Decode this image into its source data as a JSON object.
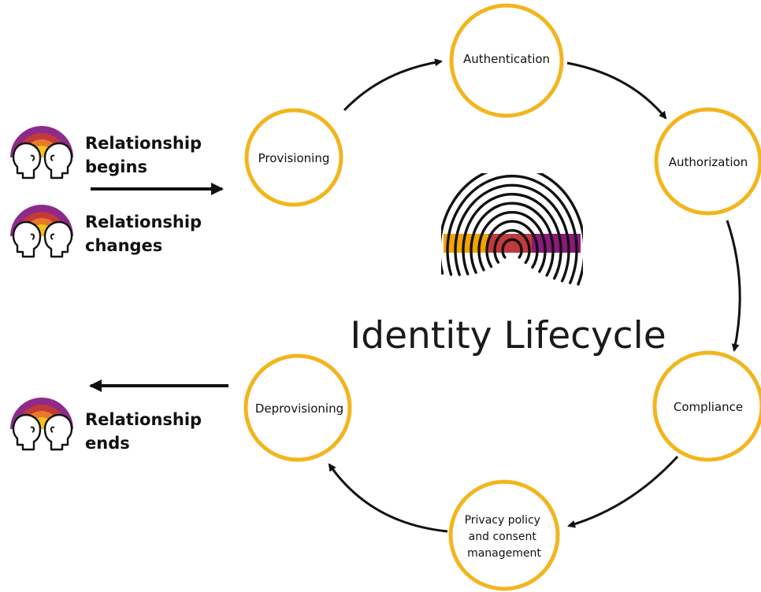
{
  "title": "Identity Lifecycle",
  "colors": {
    "circle_stroke": "#f2b51d",
    "arrow": "#111111",
    "band_orange": "#f0a500",
    "band_purple": "#8c1a7a",
    "arc_purple": "#8e2a8a",
    "arc_red": "#c23a3a",
    "arc_orange": "#e8782a",
    "arc_yellow": "#f5c020"
  },
  "stages": [
    {
      "id": "provisioning",
      "lines": [
        "Provisioning"
      ]
    },
    {
      "id": "authentication",
      "lines": [
        "Authentication"
      ]
    },
    {
      "id": "authorization",
      "lines": [
        "Authorization"
      ]
    },
    {
      "id": "compliance",
      "lines": [
        "Compliance"
      ]
    },
    {
      "id": "privacy",
      "lines": [
        "Privacy policy",
        "and consent",
        "management"
      ]
    },
    {
      "id": "deprovisioning",
      "lines": [
        "Deprovisioning"
      ]
    }
  ],
  "relationships": [
    {
      "id": "begins",
      "lines": [
        "Relationship",
        "begins"
      ],
      "icon": "two-heads-icon"
    },
    {
      "id": "changes",
      "lines": [
        "Relationship",
        "changes"
      ],
      "icon": "two-heads-icon"
    },
    {
      "id": "ends",
      "lines": [
        "Relationship",
        "ends"
      ],
      "icon": "two-heads-icon"
    }
  ],
  "icons": {
    "center": "fingerprint-icon"
  }
}
